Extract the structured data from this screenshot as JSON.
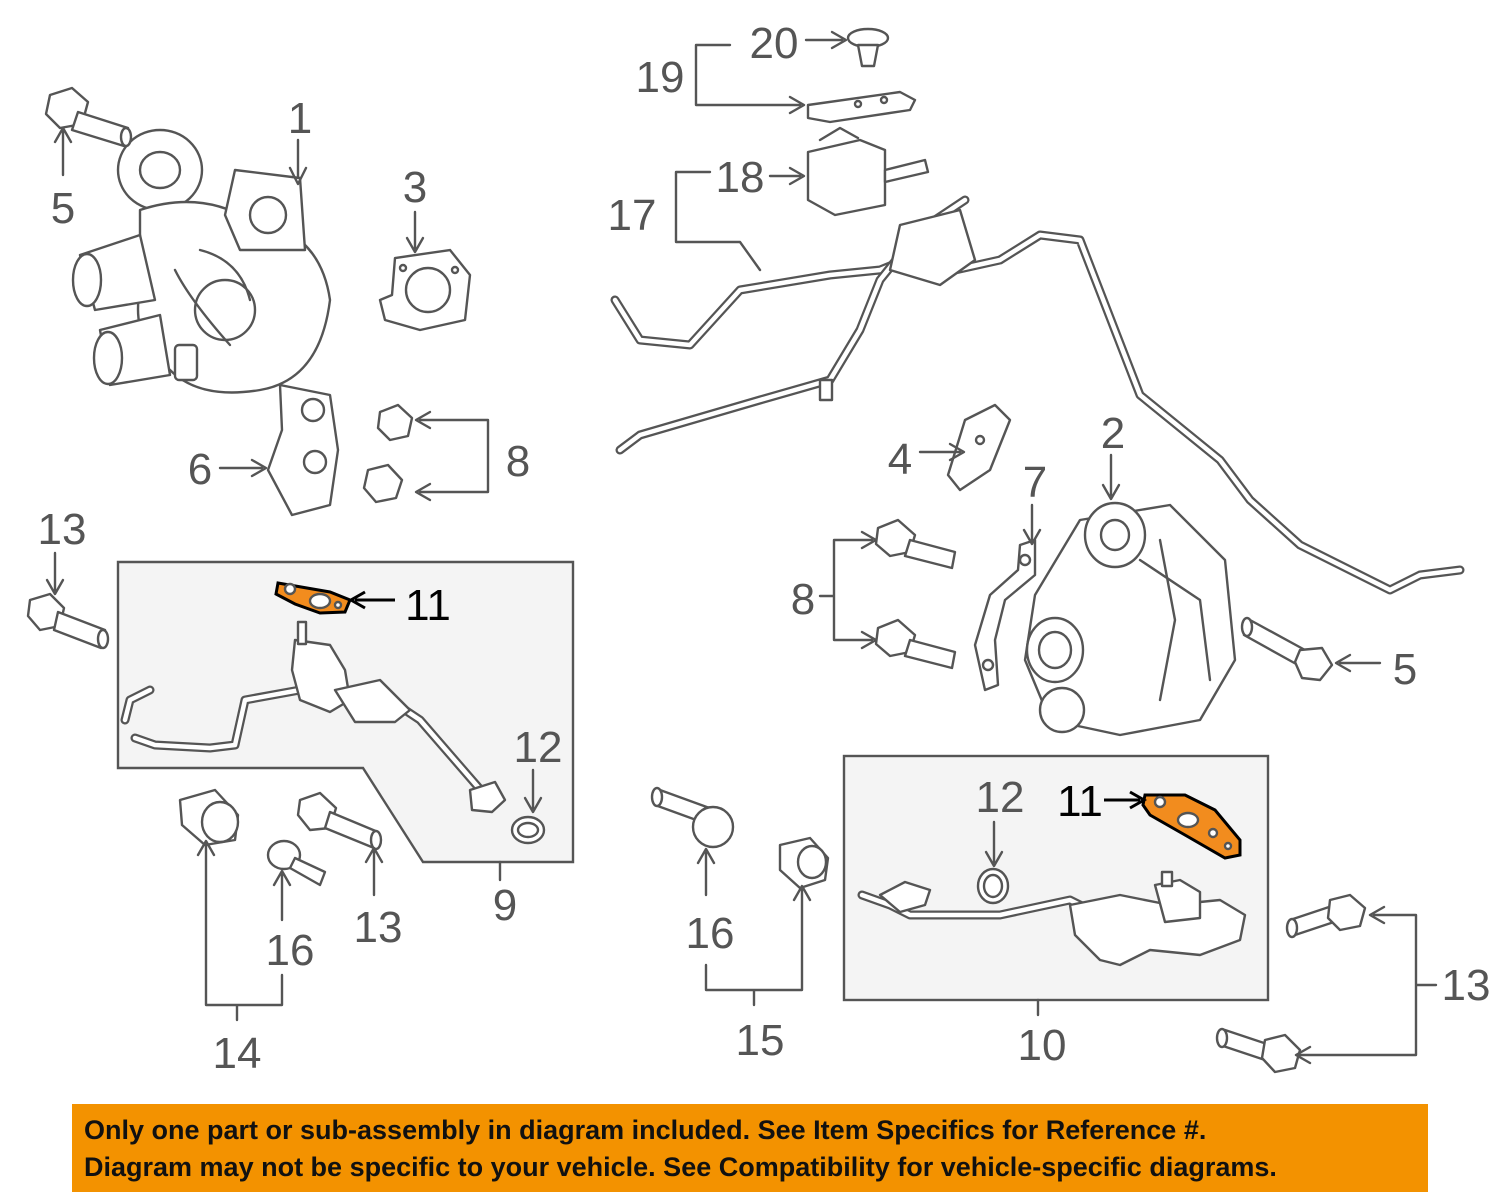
{
  "callouts": {
    "c1": "1",
    "c2": "2",
    "c3": "3",
    "c4": "4",
    "c5a": "5",
    "c5b": "5",
    "c6": "6",
    "c7": "7",
    "c8a": "8",
    "c8b": "8",
    "c9": "9",
    "c10": "10",
    "c11a": "11",
    "c11b": "11",
    "c12a": "12",
    "c12b": "12",
    "c13a": "13",
    "c13b": "13",
    "c13c": "13",
    "c14": "14",
    "c15": "15",
    "c16a": "16",
    "c16b": "16",
    "c17": "17",
    "c18": "18",
    "c19": "19",
    "c20": "20"
  },
  "highlighted_part": "11",
  "colors": {
    "highlight": "#f28c1e",
    "banner": "#f39200",
    "line_art": "#555555"
  },
  "notice": {
    "line1": "Only one part or sub-assembly in diagram included. See Item Specifics for Reference #.",
    "line2": "Diagram may not be specific to your vehicle. See Compatibility for vehicle-specific diagrams."
  }
}
